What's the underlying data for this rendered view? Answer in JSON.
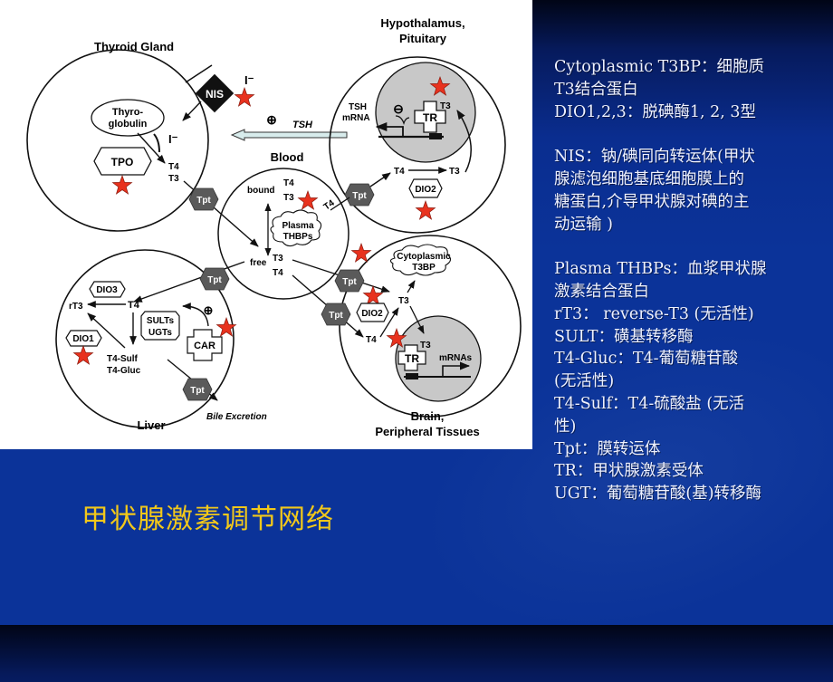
{
  "slide": {
    "title": "甲状腺激素调节网络",
    "colors": {
      "title": "#f2c81a",
      "background": "#0b3399",
      "text": "#eef1ff",
      "star": "#e8321e",
      "tpt": "#5a5a5a"
    }
  },
  "diagram": {
    "compartments": {
      "thyroid": "Thyroid Gland",
      "hypothalamus_line1": "Hypothalamus,",
      "hypothalamus_line2": "Pituitary",
      "blood": "Blood",
      "liver": "Liver",
      "brain_line1": "Brain,",
      "brain_line2": "Peripheral Tissues"
    },
    "thyroid": {
      "nis": "NIS",
      "iodide_out": "I⁻",
      "iodide_in": "I⁻",
      "thyroglobulin_line1": "Thyro-",
      "thyroglobulin_line2": "globulin",
      "tpo": "TPO",
      "t4": "T4",
      "t3": "T3"
    },
    "tsh": {
      "plus": "⊕",
      "label": "TSH"
    },
    "hypothalamus": {
      "tsh_mrna_line1": "TSH",
      "tsh_mrna_line2": "mRNA",
      "minus": "⊖",
      "tr": "TR",
      "t3_nucleus": "T3",
      "t4": "T4",
      "t3": "T3",
      "dio2": "DIO2"
    },
    "blood": {
      "bound": "bound",
      "bound_t4": "T4",
      "bound_t3": "T3",
      "plasma_line1": "Plasma",
      "plasma_line2": "THBPs",
      "free": "free",
      "free_t3": "T3",
      "free_t4": "T4",
      "t4_edge": "T4"
    },
    "liver": {
      "dio3": "DIO3",
      "rt3": "rT3",
      "t4": "T4",
      "dio1": "DIO1",
      "sults": "SULTs",
      "ugts": "UGTs",
      "car": "CAR",
      "plus": "⊕",
      "t4_sulf": "T4-Sulf",
      "t4_gluc": "T4-Gluc",
      "bile": "Bile Excretion"
    },
    "brain": {
      "cyto_line1": "Cytoplasmic",
      "cyto_line2": "T3BP",
      "t3": "T3",
      "t4": "T4",
      "dio2": "DIO2",
      "tr": "TR",
      "t3_nucleus": "T3",
      "mrnas": "mRNAs"
    },
    "transporter": "Tpt"
  },
  "glossary": {
    "lines": [
      "Cytoplasmic T3BP：细胞质",
      "T3结合蛋白",
      "DIO1,2,3：脱碘酶1, 2, 3型",
      "",
      "NIS：钠/碘同向转运体(甲状",
      "腺滤泡细胞基底细胞膜上的",
      "糖蛋白,介导甲状腺对碘的主",
      "动运输 )",
      "",
      "Plasma THBPs：血浆甲状腺",
      "激素结合蛋白",
      "rT3： reverse-T3 (无活性)",
      "SULT：磺基转移酶",
      "T4-Gluc：T4-葡萄糖苷酸",
      "(无活性)",
      "T4-Sulf：T4-硫酸盐 (无活",
      "性)",
      "Tpt：膜转运体",
      "TR：甲状腺激素受体",
      "UGT：葡萄糖苷酸(基)转移酶"
    ]
  }
}
